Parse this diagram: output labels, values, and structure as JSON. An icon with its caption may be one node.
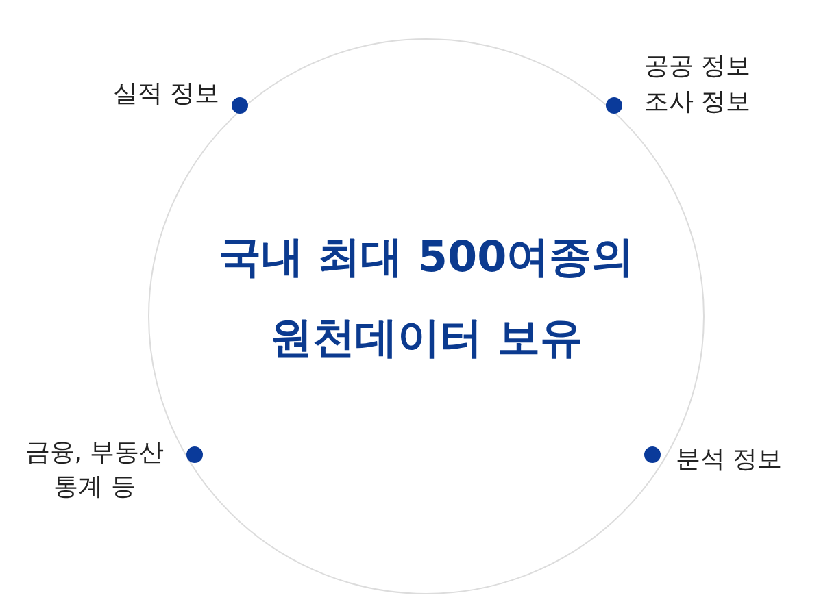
{
  "diagram": {
    "nodes": [
      {
        "text": [
          "국내 최대 500여종의 원천데이터 보유"
        ]
      }
    ],
    "labels": [
      "실적 정보",
      "공공 정보 조사 정보",
      "금융, 부동산 통계 등",
      "분석 정보"
    ]
  }
}
